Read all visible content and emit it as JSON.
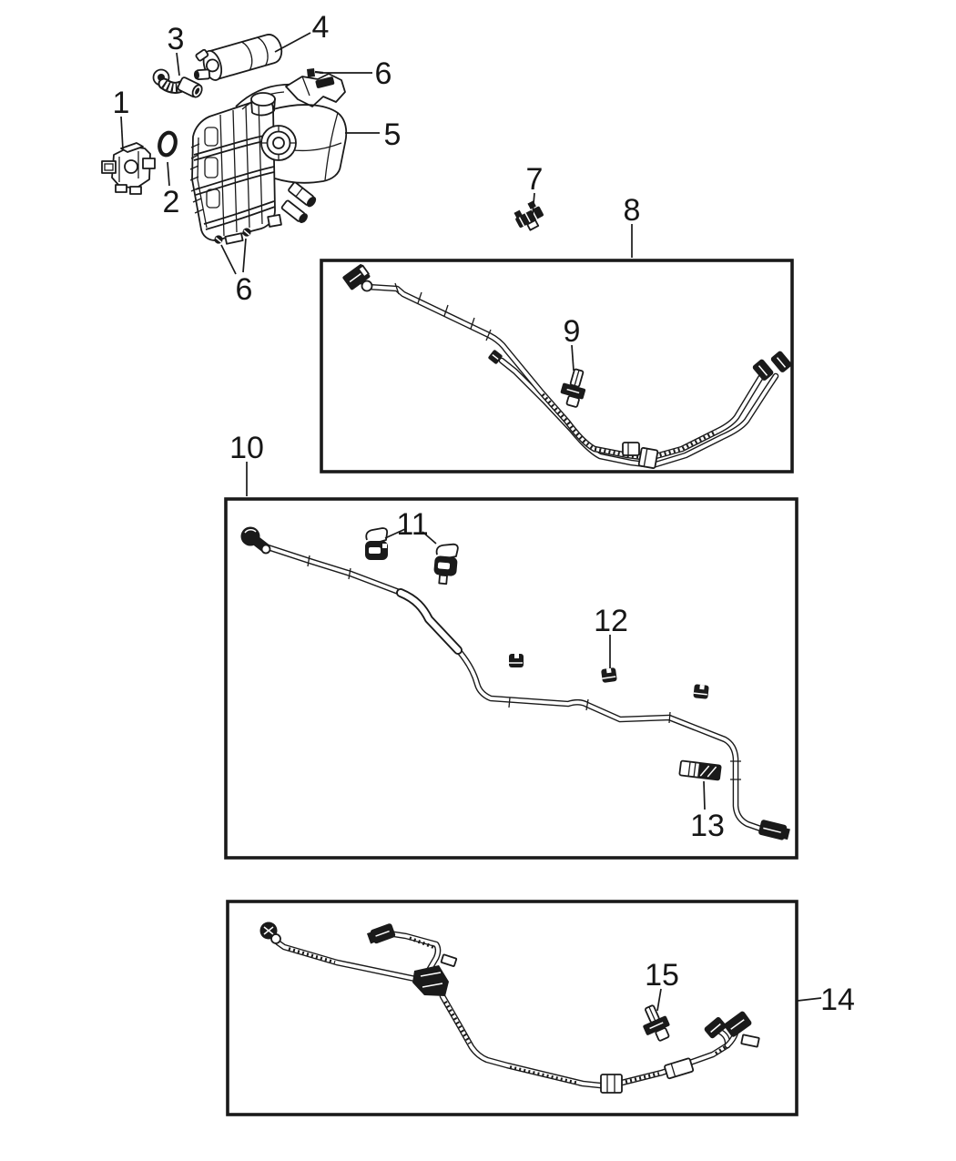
{
  "figure": {
    "type": "exploded-parts-diagram",
    "background_color": "#ffffff",
    "line_color": "#1a1a1a",
    "callouts": [
      {
        "label": "1"
      },
      {
        "label": "2"
      },
      {
        "label": "3"
      },
      {
        "label": "4"
      },
      {
        "label": "5"
      },
      {
        "label": "6"
      },
      {
        "label": "7"
      },
      {
        "label": "8"
      },
      {
        "label": "9"
      },
      {
        "label": "10"
      },
      {
        "label": "11"
      },
      {
        "label": "12"
      },
      {
        "label": "13"
      },
      {
        "label": "14"
      },
      {
        "label": "15"
      }
    ]
  }
}
